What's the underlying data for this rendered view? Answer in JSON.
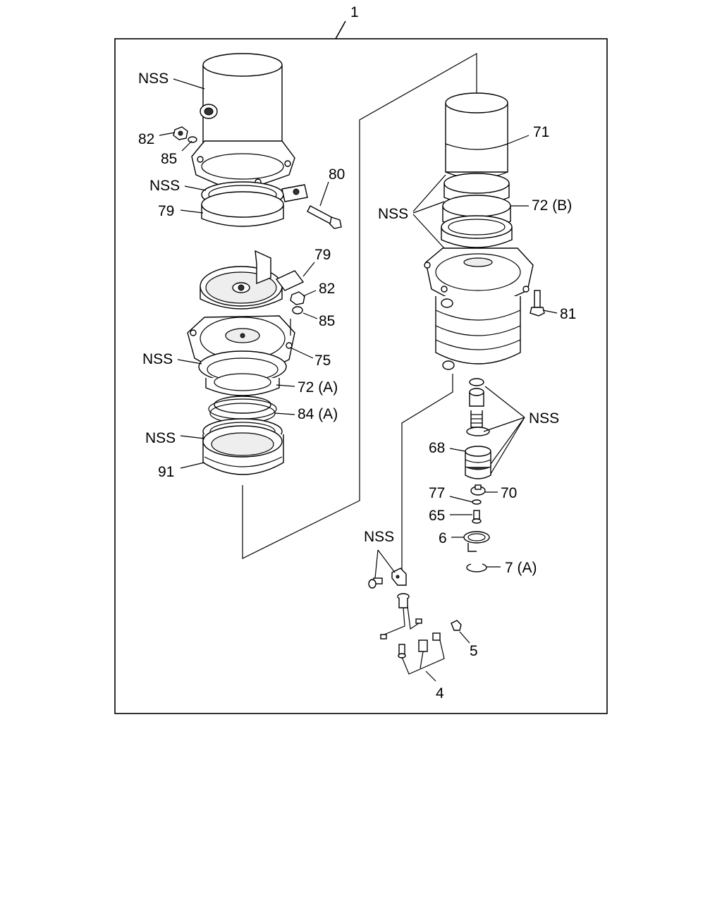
{
  "labels": {
    "assembly": "1",
    "nss": "NSS",
    "p4": "4",
    "p5": "5",
    "p6": "6",
    "p7a": "7 (A)",
    "p65": "65",
    "p68": "68",
    "p70": "70",
    "p71": "71",
    "p72a": "72 (A)",
    "p72b": "72 (B)",
    "p75": "75",
    "p77": "77",
    "p79": "79",
    "p80": "80",
    "p81": "81",
    "p82": "82",
    "p84a": "84 (A)",
    "p85": "85",
    "p91": "91"
  }
}
